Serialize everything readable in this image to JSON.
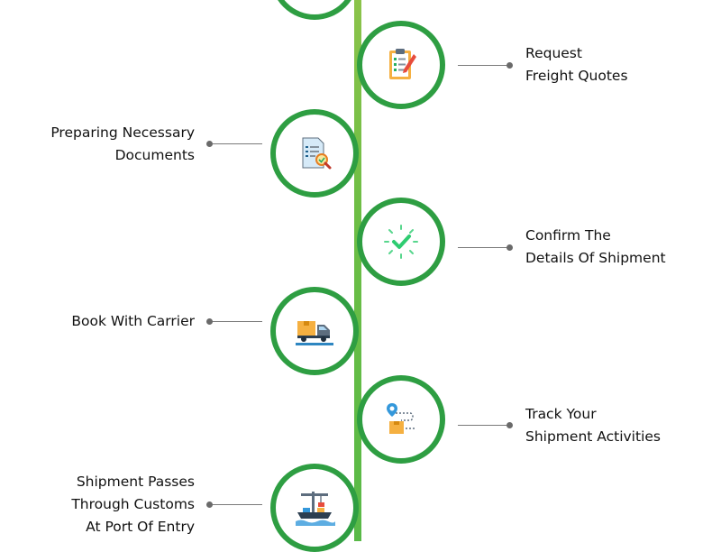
{
  "steps": [
    {
      "label_lines": [
        "Request",
        "Freight Quotes"
      ],
      "icon": "clipboard-checklist-icon"
    },
    {
      "label_lines": [
        "Preparing Necessary",
        "Documents"
      ],
      "icon": "document-search-icon"
    },
    {
      "label_lines": [
        "Confirm The",
        "Details Of Shipment"
      ],
      "icon": "check-mark-icon"
    },
    {
      "label_lines": [
        "Book With Carrier"
      ],
      "icon": "delivery-truck-icon"
    },
    {
      "label_lines": [
        "Track Your",
        "Shipment Activities"
      ],
      "icon": "package-tracking-icon"
    },
    {
      "label_lines": [
        "Shipment Passes",
        "Through Customs",
        "At Port Of Entry"
      ],
      "icon": "port-crane-ship-icon"
    }
  ],
  "colors": {
    "ring": "#2e9e42",
    "spine": "#6DBE45",
    "connector": "#7a7a7a"
  }
}
